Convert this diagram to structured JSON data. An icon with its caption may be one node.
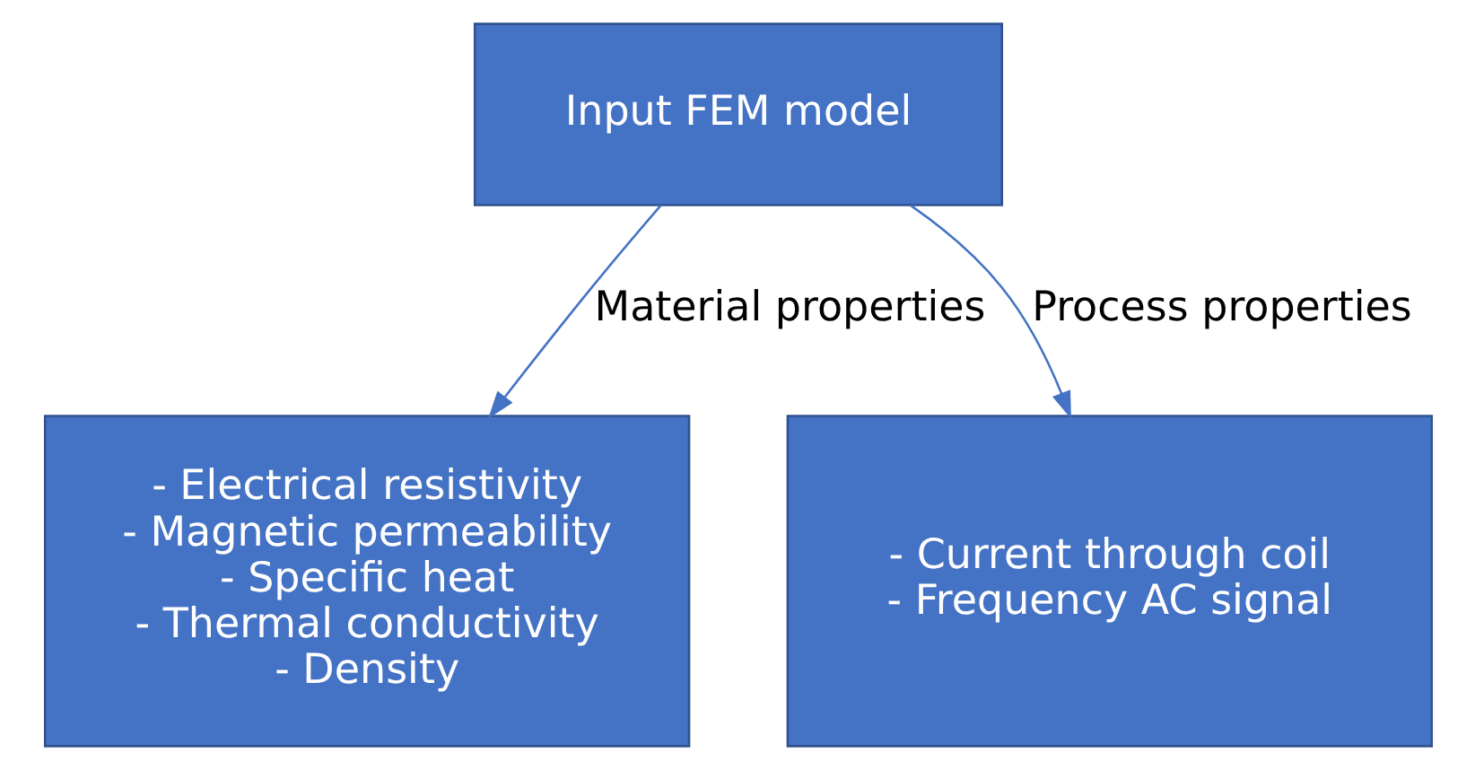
{
  "diagram": {
    "nodes": [
      {
        "text": [
          "Input FEM model"
        ]
      },
      {
        "text": [
          "- Electrical resistivity",
          "- Magnetic permeability",
          "- Specific heat",
          "- Thermal conductivity",
          "- Density"
        ]
      },
      {
        "text": [
          "- Current through coil",
          "- Frequency AC signal"
        ]
      }
    ],
    "edges": [
      {
        "from": 0,
        "to": 1,
        "arrow": "to",
        "label": "Material properties"
      },
      {
        "from": 0,
        "to": 2,
        "arrow": "to",
        "label": "Process properties"
      }
    ]
  }
}
